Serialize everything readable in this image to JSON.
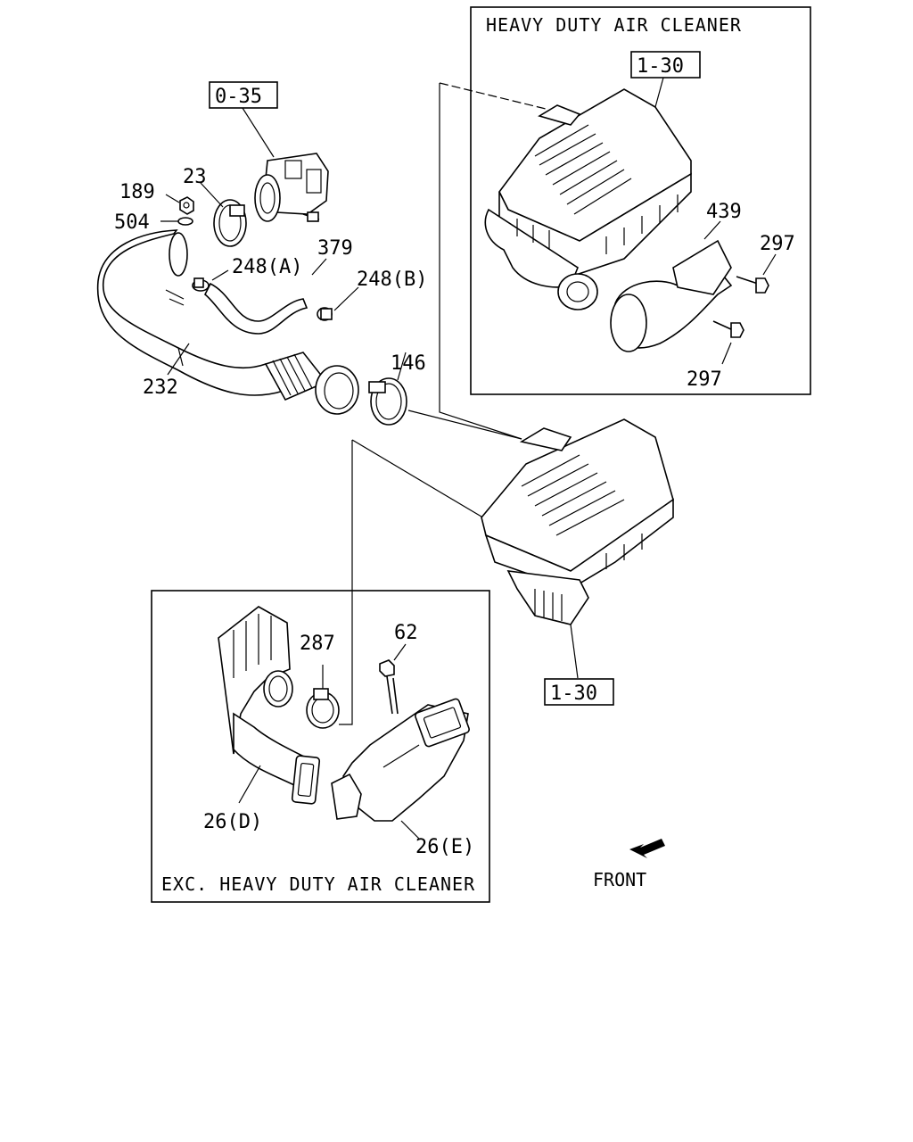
{
  "boxes": {
    "heavy_duty": "HEAVY DUTY AIR CLEANER",
    "exc_heavy_duty": "EXC. HEAVY DUTY AIR CLEANER"
  },
  "refs": {
    "throttle_body": "0-35",
    "air_cleaner_heavy": "1-30",
    "air_cleaner_std": "1-30"
  },
  "parts": {
    "p189": "189",
    "p504": "504",
    "p23": "23",
    "p379": "379",
    "p248a": "248(A)",
    "p248b": "248(B)",
    "p232": "232",
    "p146": "146",
    "p439": "439",
    "p297_top": "297",
    "p297_bottom": "297",
    "p287": "287",
    "p62": "62",
    "p26d": "26(D)",
    "p26e": "26(E)"
  },
  "direction": {
    "front": "FRONT"
  },
  "icons": {
    "front_arrow": "arrow-front-left-icon"
  }
}
